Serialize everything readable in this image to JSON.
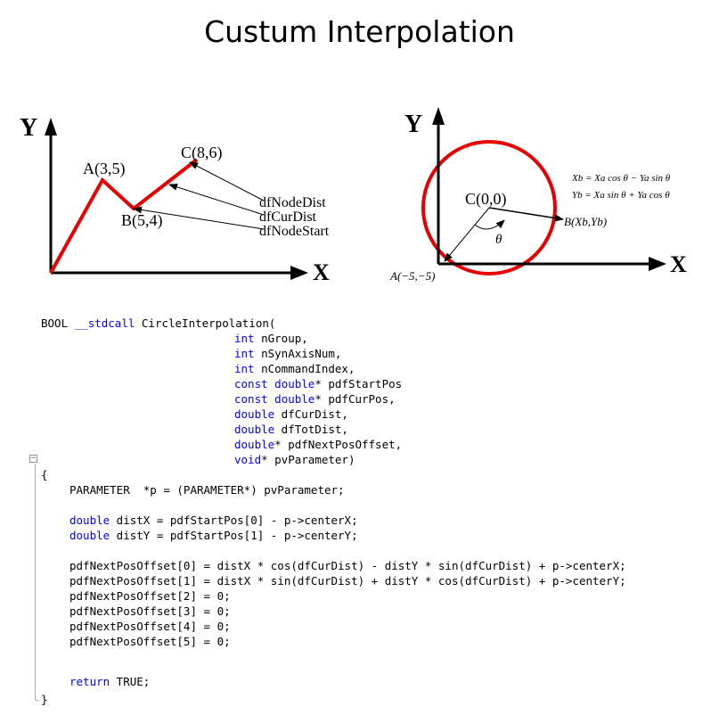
{
  "title": "Custum Interpolation",
  "left_diagram": {
    "axis_y": "Y",
    "axis_x": "X",
    "point_a": "A(3,5)",
    "point_b": "B(5,4)",
    "point_c": "C(8,6)",
    "label_node_dist": "dfNodeDist",
    "label_cur_dist": "dfCurDist",
    "label_node_start": "dfNodeStart"
  },
  "right_diagram": {
    "axis_y": "Y",
    "axis_x": "X",
    "center": "C(0,0)",
    "point_a": "A(−5,−5)",
    "point_b": "B(Xb,Yb)",
    "angle": "θ",
    "formula_xb": "Xb = Xa cos θ − Ya sin θ",
    "formula_yb": "Yb = Xa sin θ + Ya cos θ"
  },
  "colors": {
    "curve": "#e60000",
    "keyword": "#0000ff"
  },
  "code": {
    "l1_pre": "BOOL ",
    "l1_kw": "__stdcall",
    "l1_post": " CircleInterpolation(",
    "l2_kw": "int",
    "l2_post": " nGroup,",
    "l3_kw": "int",
    "l3_post": " nSynAxisNum,",
    "l4_kw": "int",
    "l4_post": " nCommandIndex,",
    "l5_kw1": "const",
    "l5_kw2": "double",
    "l5_post": "* pdfStartPos",
    "l6_kw1": "const",
    "l6_kw2": "double",
    "l6_post": "* pdfCurPos,",
    "l7_kw": "double",
    "l7_post": " dfCurDist,",
    "l8_kw": "double",
    "l8_post": " dfTotDist,",
    "l9_kw": "double",
    "l9_post": "* pdfNextPosOffset,",
    "l10_kw": "void",
    "l10_post": "* pvParameter)",
    "l11": "{",
    "l12": "PARAMETER  *p = (PARAMETER*) pvParameter;",
    "l13_kw": "double",
    "l13_post": " distX = pdfStartPos[0] - p->centerX;",
    "l14_kw": "double",
    "l14_post": " distY = pdfStartPos[1] - p->centerY;",
    "l15": "pdfNextPosOffset[0] = distX * cos(dfCurDist) - distY * sin(dfCurDist) + p->centerX;",
    "l16": "pdfNextPosOffset[1] = distX * sin(dfCurDist) + distY * cos(dfCurDist) + p->centerY;",
    "l17": "pdfNextPosOffset[2] = 0;",
    "l18": "pdfNextPosOffset[3] = 0;",
    "l19": "pdfNextPosOffset[4] = 0;",
    "l20": "pdfNextPosOffset[5] = 0;",
    "l21_kw": "return",
    "l21_post": " TRUE;",
    "l22": "}"
  }
}
